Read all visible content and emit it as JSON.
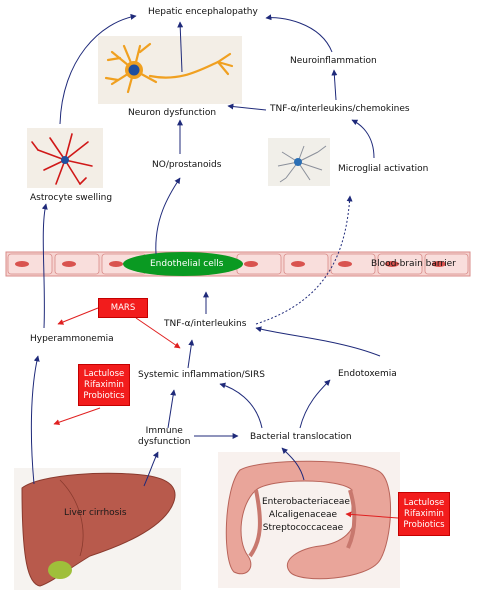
{
  "labels": {
    "hepatic_encephalopathy": "Hepatic encephalopathy",
    "neuroinflammation": "Neuroinflammation",
    "tnf_interleukins_chemokines": "TNF-α/interleukins/chemokines",
    "neuron_dysfunction": "Neuron dysfunction",
    "no_prostanoids": "NO/prostanoids",
    "microglial_activation": "Microglial activation",
    "astrocyte_swelling": "Astrocyte swelling",
    "endothelial_cells": "Endothelial cells",
    "blood_brain_barrier": "Blood-brain barrier",
    "hyperammonemia": "Hyperammonemia",
    "tnf_interleukins": "TNF-α/interleukins",
    "systemic_inflammation": "Systemic inflammation/SIRS",
    "endotoxemia": "Endotoxemia",
    "immune_dysfunction_line1": "Immune",
    "immune_dysfunction_line2": "dysfunction",
    "bacterial_translocation": "Bacterial translocation",
    "liver_cirrhosis": "Liver cirrhosis"
  },
  "bacteria": [
    "Enterobacteriaceae",
    "Alcaligenaceae",
    "Streptococcaceae"
  ],
  "red_boxes": {
    "mars": "MARS",
    "therapy_left": [
      "Lactulose",
      "Rifaximin",
      "Probiotics"
    ],
    "therapy_right": [
      "Lactulose",
      "Rifaximin",
      "Probiotics"
    ]
  },
  "colors": {
    "arrow_blue": "#1f2a7a",
    "arrow_red": "#e02020",
    "box_red": "#f21c1c",
    "membrane_pink": "#f4c6c4",
    "cell_red": "#d9534f",
    "endothelial_green": "#0a9a22",
    "liver": "#b85a4c",
    "intestine": "#e9a59a"
  }
}
